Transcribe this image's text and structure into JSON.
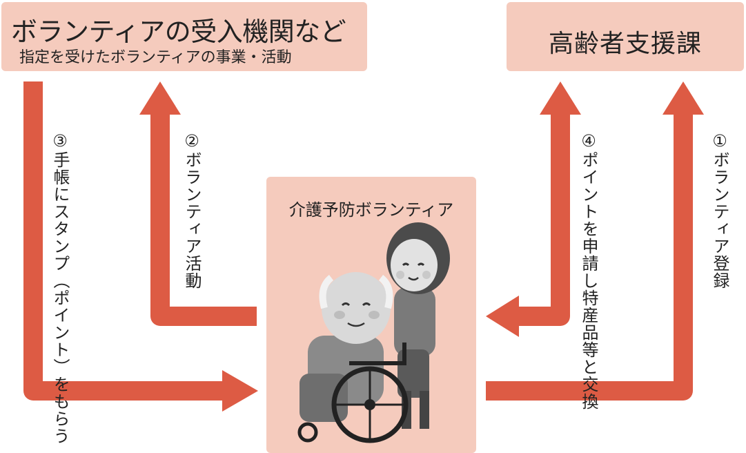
{
  "boxes": {
    "org_title": "ボランティアの受入機関など",
    "org_subtitle": "指定を受けたボランティアの事業・活動",
    "dept_title": "高齢者支援課",
    "vol_title": "介護予防ボランティア"
  },
  "steps": {
    "s1": "①ボランティア登録",
    "s2": "②ボランティア活動",
    "s3_line1": "③手帳にスタンプ（ポイント）",
    "s3_line2": "をもらう",
    "s4_line1": "④ポイントを申請し",
    "s4_line2": "特産品等と交換"
  },
  "colors": {
    "box": "#f5cbbd",
    "arrow": "#dd5b44"
  },
  "icons": {
    "illustration": "elderly-man-in-wheelchair-with-caregiver"
  }
}
